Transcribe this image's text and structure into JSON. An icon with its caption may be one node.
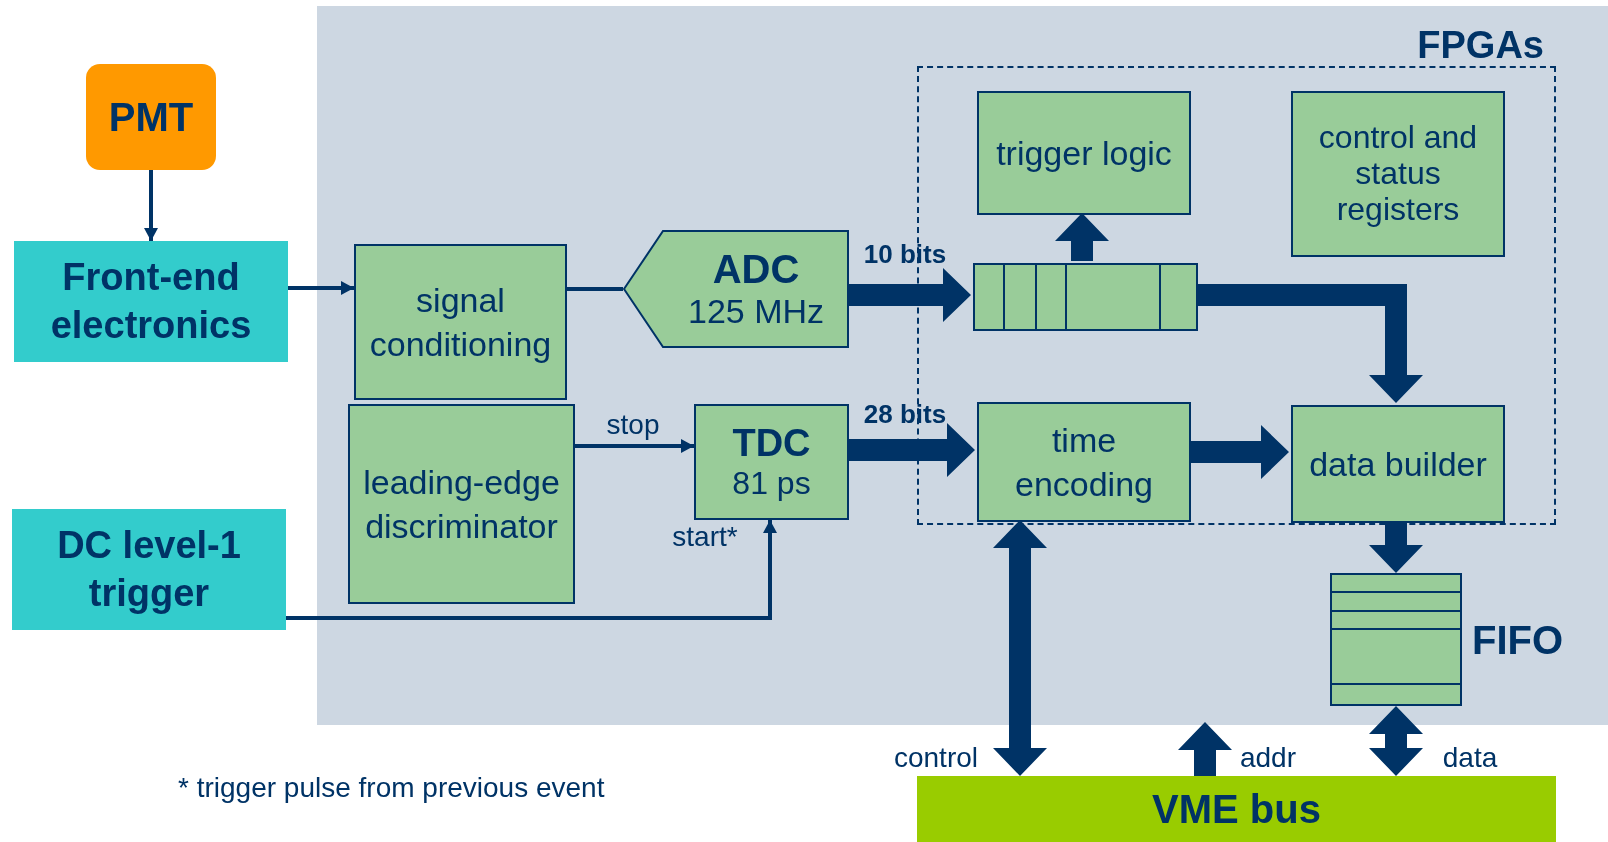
{
  "diagram": {
    "nodes": [
      {
        "text": [
          "PMT"
        ]
      },
      {
        "text": [
          "Front-end electronics"
        ]
      },
      {
        "text": [
          "DC level-1 trigger"
        ]
      },
      {
        "text": [],
        "shape": "box"
      },
      {
        "text": [
          "FPGAs"
        ],
        "in": 3
      },
      {
        "text": [
          "signal conditioning"
        ],
        "in": 3
      },
      {
        "text": [
          "leading-edge discriminator"
        ],
        "in": 3
      },
      {
        "text": [
          "ADC",
          "125 MHz"
        ],
        "in": 3
      },
      {
        "text": [
          "TDC",
          "81 ps"
        ],
        "in": 3
      },
      {
        "text": [
          "trigger logic"
        ],
        "in": 4
      },
      {
        "text": [
          "control and status registers"
        ],
        "in": 4
      },
      {
        "text": [],
        "shape": "box",
        "in": 4
      },
      {
        "text": [
          "time encoding"
        ],
        "in": 4
      },
      {
        "text": [
          "data builder"
        ],
        "in": 4
      },
      {
        "text": [],
        "shape": "box",
        "in": 3,
        "beside": [
          "FIFO"
        ]
      },
      {
        "text": [
          "VME bus"
        ]
      }
    ],
    "edges": [
      {
        "from": 0,
        "to": 1,
        "arrow": "to"
      },
      {
        "from": 1,
        "to": 5,
        "arrow": "to"
      },
      {
        "from": 5,
        "to": 7,
        "arrow": "none"
      },
      {
        "from": 7,
        "to": 11,
        "arrow": "to",
        "label": "10 bits",
        "style": "thick"
      },
      {
        "from": 6,
        "to": 8,
        "arrow": "to",
        "label": "stop"
      },
      {
        "from": 2,
        "to": 8,
        "arrow": "to",
        "label": "start*"
      },
      {
        "from": 8,
        "to": 12,
        "arrow": "to",
        "label": "28 bits",
        "style": "thick"
      },
      {
        "from": 11,
        "to": 9,
        "arrow": "to",
        "style": "thick"
      },
      {
        "from": 11,
        "to": 13,
        "arrow": "to",
        "style": "thick"
      },
      {
        "from": 12,
        "to": 13,
        "arrow": "to",
        "style": "thick"
      },
      {
        "from": 13,
        "to": 14,
        "arrow": "to",
        "style": "thick"
      },
      {
        "from": 12,
        "to": 15,
        "arrow": "both",
        "label": "control",
        "style": "thick"
      },
      {
        "from": 15,
        "to": null,
        "arrow": "to",
        "label": "addr",
        "style": "thick"
      },
      {
        "from": 14,
        "to": 15,
        "arrow": "both",
        "label": "data",
        "style": "thick"
      }
    ],
    "labels": [
      "* trigger pulse from previous event"
    ]
  }
}
